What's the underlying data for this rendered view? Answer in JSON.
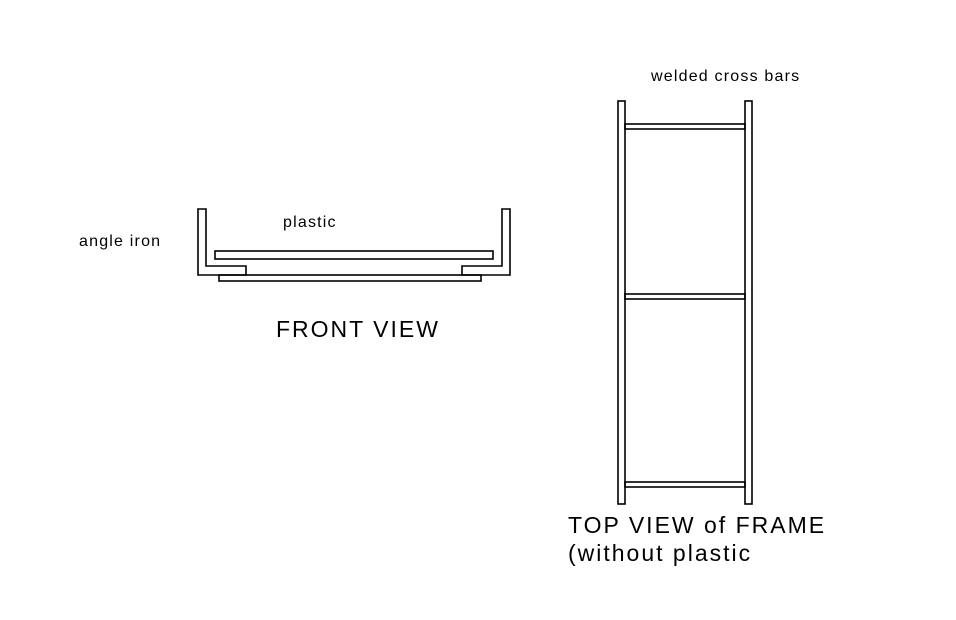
{
  "labels": {
    "angle_iron": "angle iron",
    "plastic": "plastic",
    "front_view": "FRONT VIEW",
    "welded_cross_bars": "welded cross bars",
    "top_view_line1": "TOP VIEW of FRAME",
    "top_view_line2": "(without plastic"
  },
  "colors": {
    "stroke": "#000000",
    "background": "#ffffff"
  }
}
